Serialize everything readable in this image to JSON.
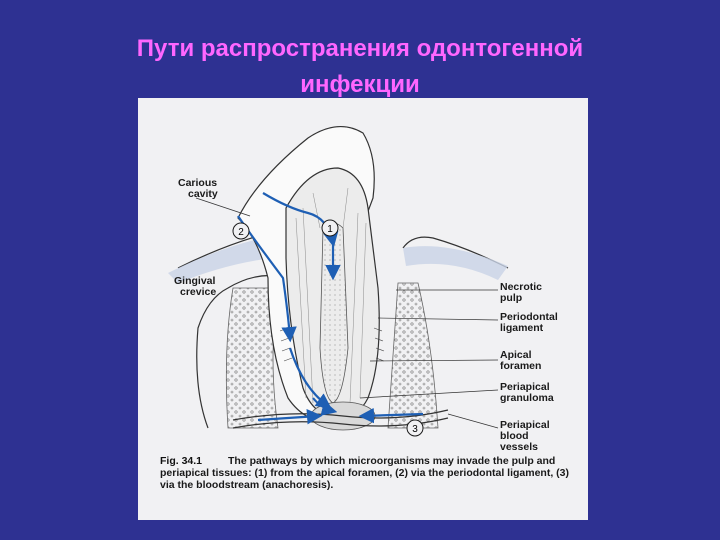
{
  "slide": {
    "title_line1": "Пути распространения одонтогенной",
    "title_line2": "инфекции"
  },
  "figure": {
    "labels": {
      "carious_cavity_1": "Carious",
      "carious_cavity_2": "cavity",
      "gingival_crevice_1": "Gingival",
      "gingival_crevice_2": "crevice",
      "necrotic_pulp_1": "Necrotic",
      "necrotic_pulp_2": "pulp",
      "periodontal_ligament_1": "Periodontal",
      "periodontal_ligament_2": "ligament",
      "apical_foramen_1": "Apical",
      "apical_foramen_2": "foramen",
      "periapical_granuloma_1": "Periapical",
      "periapical_granuloma_2": "granuloma",
      "periapical_vessels_1": "Periapical",
      "periapical_vessels_2": "blood",
      "periapical_vessels_3": "vessels",
      "pathway_1": "1",
      "pathway_2": "2",
      "pathway_3": "3"
    },
    "caption_label": "Fig. 34.1",
    "caption_text": "The pathways by which microorganisms may invade the pulp and periapical tissues: (1) from the apical foramen, (2) via the periodontal ligament, (3) via the bloodstream (anachoresis).",
    "colors": {
      "arrow": "#1e5fb4",
      "background": "#2e3192",
      "title": "#ff66ff"
    }
  }
}
